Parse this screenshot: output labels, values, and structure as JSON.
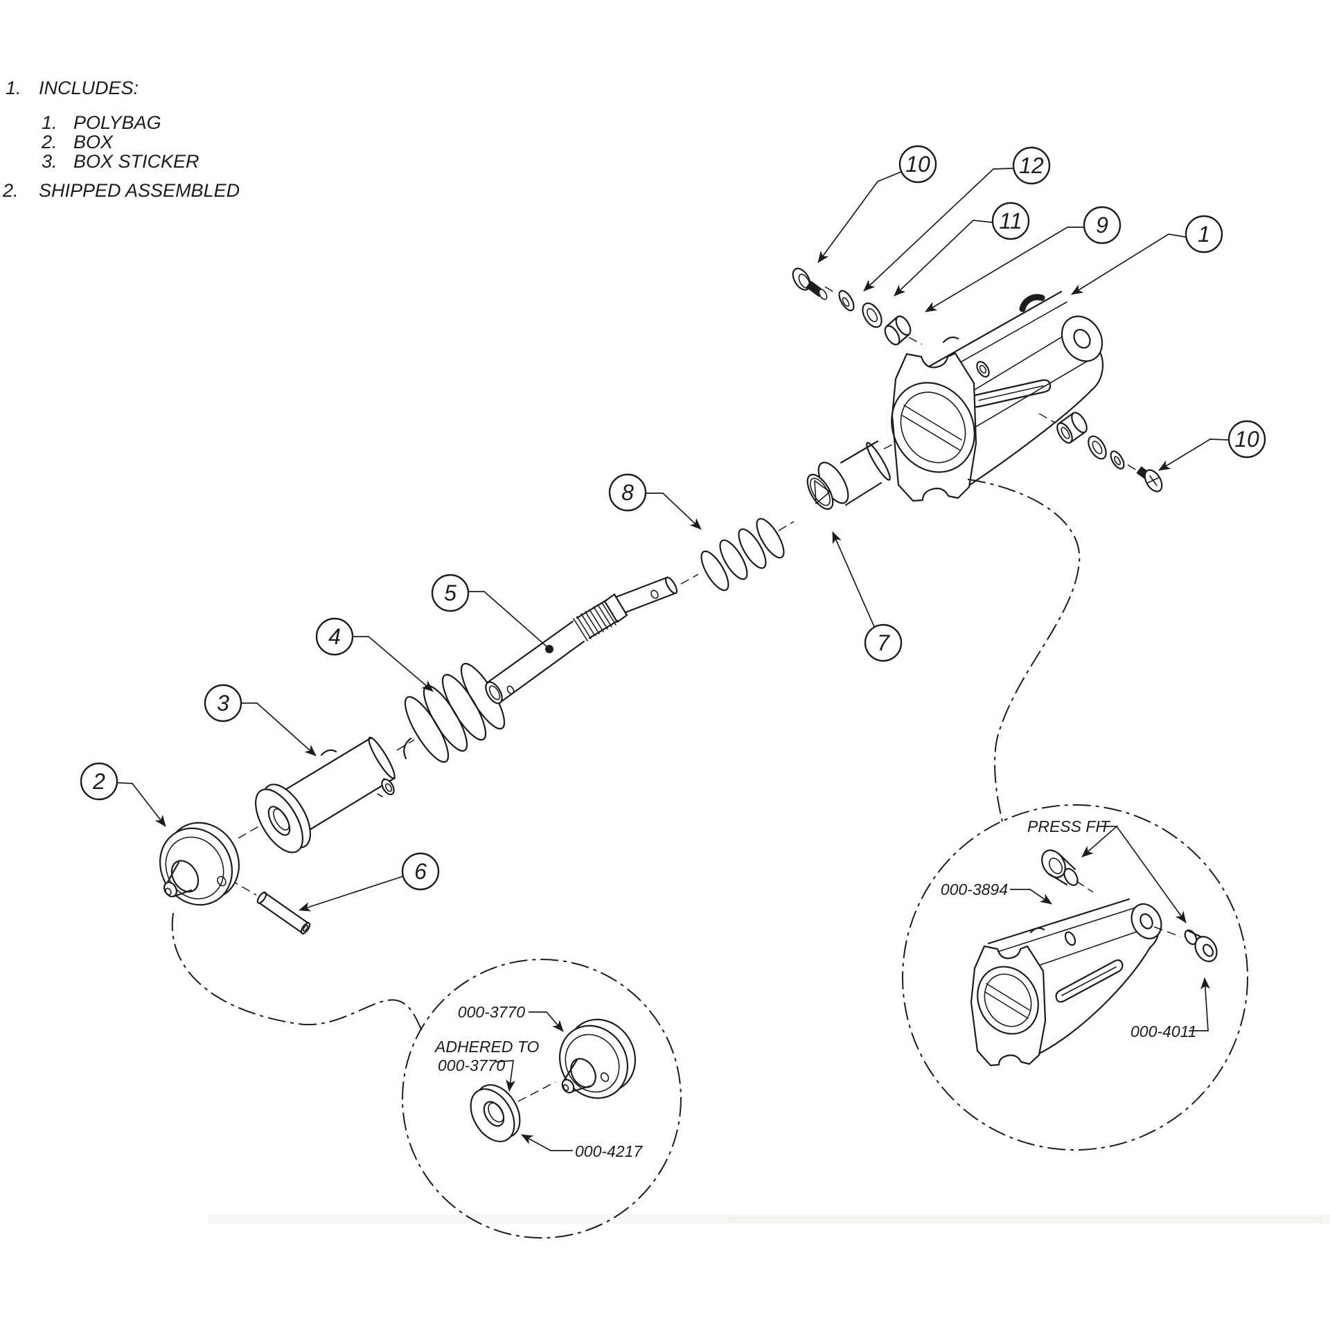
{
  "notes": {
    "item1": {
      "num": "1.",
      "label": "INCLUDES:"
    },
    "includes": [
      {
        "num": "1.",
        "label": "POLYBAG"
      },
      {
        "num": "2.",
        "label": "BOX"
      },
      {
        "num": "3.",
        "label": "BOX STICKER"
      }
    ],
    "item2": {
      "num": "2.",
      "label": "SHIPPED ASSEMBLED"
    }
  },
  "balloons": {
    "n1": "1",
    "n2": "2",
    "n3": "3",
    "n4": "4",
    "n5": "5",
    "n6": "6",
    "n7": "7",
    "n8": "8",
    "n9": "9",
    "n10": "10",
    "n11": "11",
    "n12": "12"
  },
  "details": {
    "left": {
      "cap_label": "000-3770",
      "adhered_line1": "ADHERED TO",
      "adhered_line2": "000-3770",
      "washer_label": "000-4217"
    },
    "right": {
      "press_fit": "PRESS FIT",
      "housing_label": "000-3894",
      "grommet_label": "000-4011"
    }
  },
  "colors": {
    "ink": "#1c1c1c",
    "paper": "#ffffff"
  }
}
